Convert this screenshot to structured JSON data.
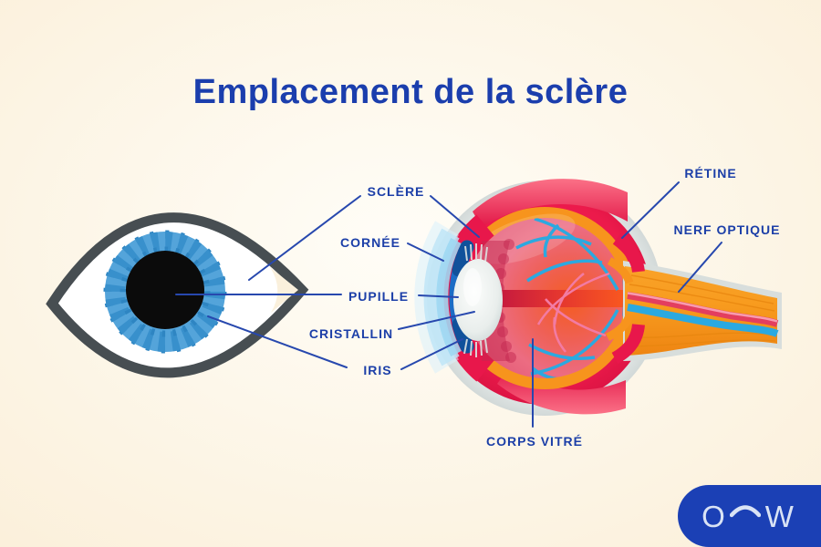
{
  "title": "Emplacement de la sclère",
  "labels": {
    "sclere": "SCLÈRE",
    "cornee": "CORNÉE",
    "pupille": "PUPILLE",
    "cristallin": "CRISTALLIN",
    "iris": "IRIS",
    "corps_vitre": "CORPS VITRÉ",
    "retine": "RÉTINE",
    "nerf_optique": "NERF OPTIQUE"
  },
  "logo": {
    "o": "O",
    "w": "W"
  },
  "colors": {
    "background_cream": "#FBF0DB",
    "title_blue": "#1B3EAD",
    "label_blue": "#1C3FA8",
    "leader_line_blue": "#2748AE",
    "eye_outline_gray": "#474E52",
    "iris_light_blue": "#54A4DA",
    "iris_spoke_blue": "#2E85C2",
    "pupil_black": "#0B0B0B",
    "sclera_ring_gray": "#E1E6E5",
    "choroid_red": "#EC1A4B",
    "retina_orange": "#F7941D",
    "vitreous_orange_red": "#F45C22",
    "vitreous_pink": "#E55E79",
    "vessel_blue": "#2BA9E0",
    "vessel_pink": "#F27BA4",
    "optic_nerve_orange": "#F89C1F",
    "lens_white": "#E9EEEC",
    "cornea_blue": "#BFE5F7",
    "iris_band_blue": "#1C6CC5",
    "logo_background": "#1B40B5",
    "logo_text": "#D9E3F5"
  }
}
